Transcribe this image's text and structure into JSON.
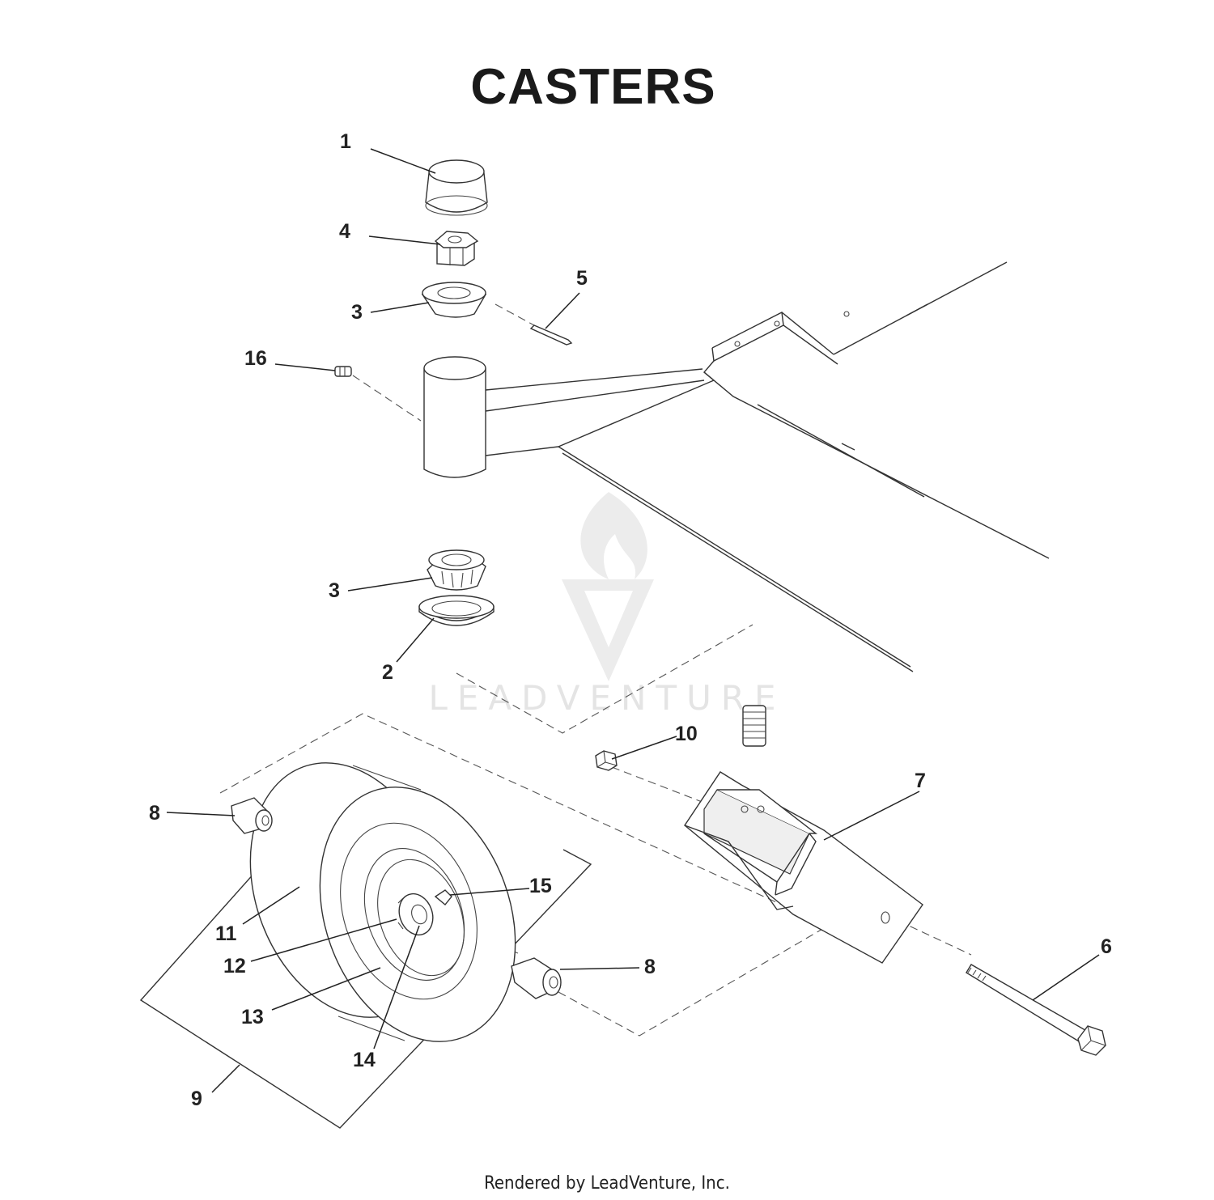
{
  "title": "CASTERS",
  "footer": "Rendered by LeadVenture, Inc.",
  "watermark": "LEADVENTURE",
  "callouts": [
    "1",
    "4",
    "5",
    "3",
    "16",
    "3",
    "2",
    "10",
    "7",
    "8",
    "15",
    "11",
    "12",
    "8",
    "13",
    "14",
    "6",
    "9"
  ]
}
